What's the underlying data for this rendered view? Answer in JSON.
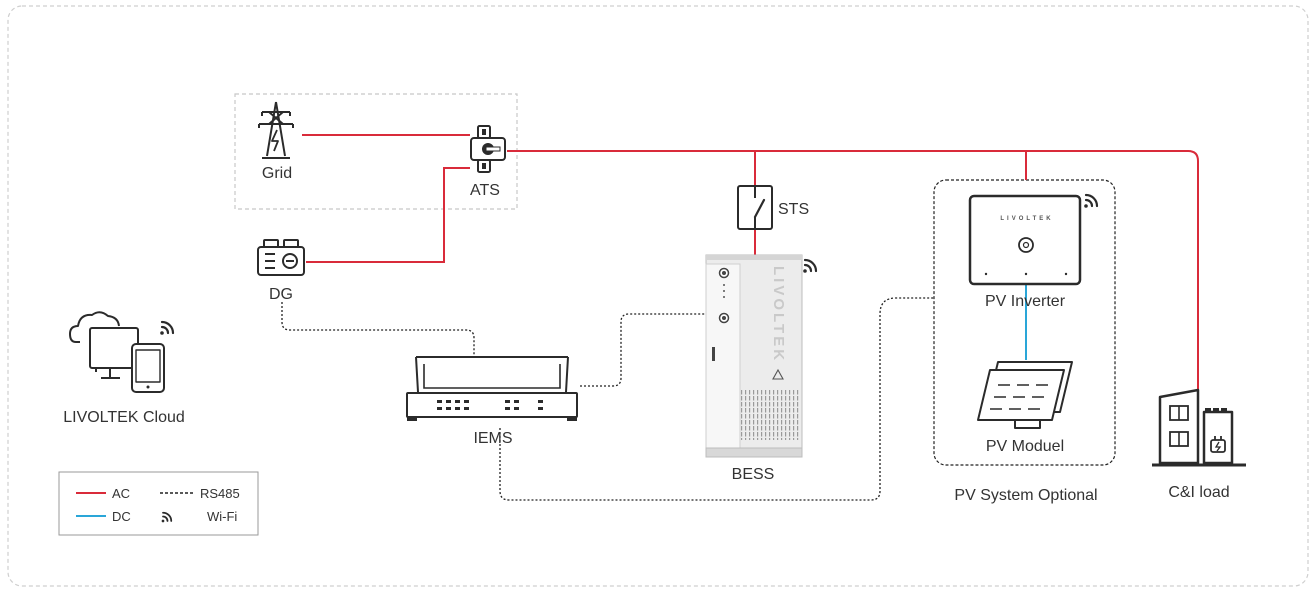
{
  "colors": {
    "ac": "#d92b3a",
    "dc": "#2aa6d8",
    "rs485": "#222222",
    "device": "#2b2b2b",
    "frame": "#cfcfcf",
    "bess_body": "#ececec"
  },
  "labels": {
    "grid": "Grid",
    "ats": "ATS",
    "dg": "DG",
    "sts": "STS",
    "iems": "IEMS",
    "bess": "BESS",
    "pv_inverter": "PV Inverter",
    "pv_module": "PV Moduel",
    "pv_system": "PV System Optional",
    "ci_load": "C&I load",
    "cloud": "LIVOLTEK Cloud",
    "inverter_brand": "LIVOLTEK",
    "bess_brand": "LIVOLTEK"
  },
  "legend": {
    "ac": "AC",
    "dc": "DC",
    "rs485": "RS485",
    "wifi": "Wi-Fi"
  },
  "icons": {
    "grid": "transmission-tower-icon",
    "ats": "transfer-switch-icon",
    "dg": "diesel-generator-icon",
    "sts": "static-switch-icon",
    "iems": "energy-management-rack-icon",
    "bess": "battery-cabinet-icon",
    "pv_inverter": "inverter-icon",
    "pv_module": "solar-panel-icon",
    "ci_load": "factory-building-icon",
    "cloud": "cloud-devices-icon",
    "wifi": "wifi-icon"
  }
}
